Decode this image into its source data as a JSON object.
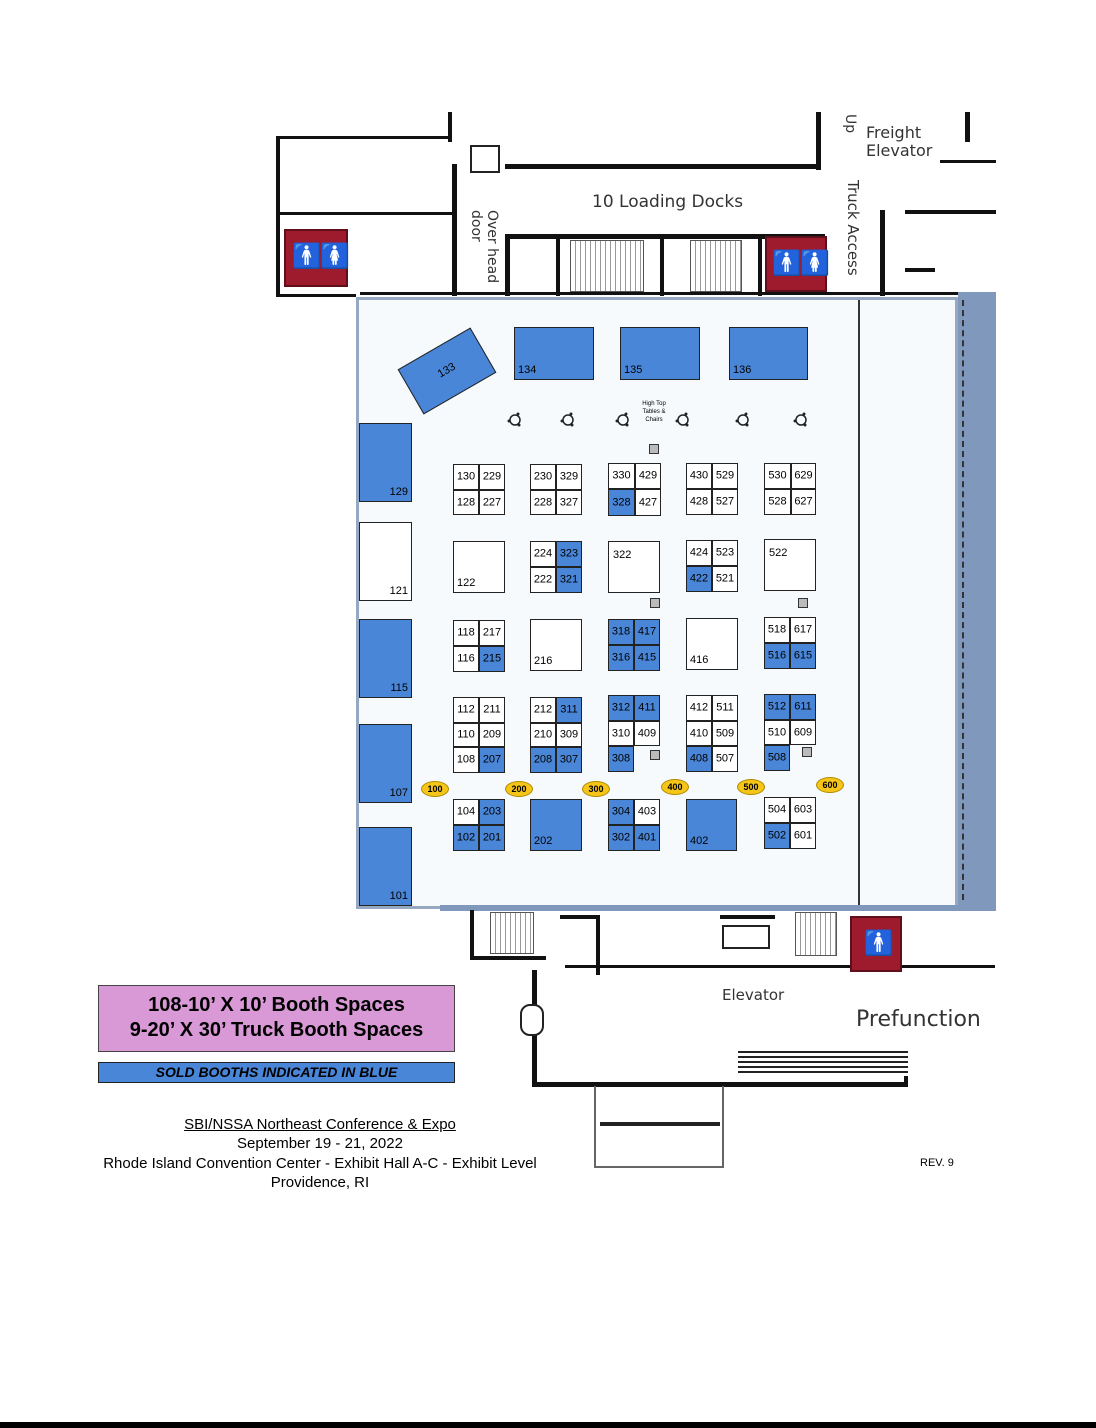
{
  "plan": {
    "loading_docks": "10 Loading Docks",
    "overhead_door": "Over head door",
    "freight_elevator": "Freight Elevator",
    "up": "Up",
    "truck_access": "Truck Access",
    "elevator": "Elevator",
    "prefunction": "Prefunction",
    "high_top": "High Top Tables & Chairs"
  },
  "colors": {
    "sold": "#4a86d8",
    "legend_box": "#d899d6",
    "aisle_marker": "#f5c518",
    "restroom": "#9e1b2e"
  },
  "aisles": [
    "100",
    "200",
    "300",
    "400",
    "500",
    "600"
  ],
  "booths": [
    {
      "n": "133",
      "sold": true
    },
    {
      "n": "134",
      "sold": true
    },
    {
      "n": "135",
      "sold": true
    },
    {
      "n": "136",
      "sold": true
    },
    {
      "n": "129",
      "sold": true
    },
    {
      "n": "121",
      "sold": false
    },
    {
      "n": "115",
      "sold": true
    },
    {
      "n": "107",
      "sold": true
    },
    {
      "n": "101",
      "sold": true
    },
    {
      "n": "130",
      "sold": false
    },
    {
      "n": "229",
      "sold": false
    },
    {
      "n": "128",
      "sold": false
    },
    {
      "n": "227",
      "sold": false
    },
    {
      "n": "230",
      "sold": false
    },
    {
      "n": "329",
      "sold": false
    },
    {
      "n": "228",
      "sold": false
    },
    {
      "n": "327",
      "sold": false
    },
    {
      "n": "330",
      "sold": false
    },
    {
      "n": "429",
      "sold": false
    },
    {
      "n": "328",
      "sold": true
    },
    {
      "n": "427",
      "sold": false
    },
    {
      "n": "430",
      "sold": false
    },
    {
      "n": "529",
      "sold": false
    },
    {
      "n": "428",
      "sold": false
    },
    {
      "n": "527",
      "sold": false
    },
    {
      "n": "530",
      "sold": false
    },
    {
      "n": "629",
      "sold": false
    },
    {
      "n": "528",
      "sold": false
    },
    {
      "n": "627",
      "sold": false
    },
    {
      "n": "122",
      "sold": false
    },
    {
      "n": "224",
      "sold": false
    },
    {
      "n": "323",
      "sold": true
    },
    {
      "n": "222",
      "sold": false
    },
    {
      "n": "321",
      "sold": true
    },
    {
      "n": "322",
      "sold": false
    },
    {
      "n": "424",
      "sold": false
    },
    {
      "n": "523",
      "sold": false
    },
    {
      "n": "422",
      "sold": true
    },
    {
      "n": "521",
      "sold": false
    },
    {
      "n": "522",
      "sold": false
    },
    {
      "n": "118",
      "sold": false
    },
    {
      "n": "217",
      "sold": false
    },
    {
      "n": "116",
      "sold": false
    },
    {
      "n": "215",
      "sold": true
    },
    {
      "n": "216",
      "sold": false
    },
    {
      "n": "318",
      "sold": true
    },
    {
      "n": "417",
      "sold": true
    },
    {
      "n": "316",
      "sold": true
    },
    {
      "n": "415",
      "sold": true
    },
    {
      "n": "416",
      "sold": false
    },
    {
      "n": "518",
      "sold": false
    },
    {
      "n": "617",
      "sold": false
    },
    {
      "n": "516",
      "sold": true
    },
    {
      "n": "615",
      "sold": true
    },
    {
      "n": "112",
      "sold": false
    },
    {
      "n": "211",
      "sold": false
    },
    {
      "n": "110",
      "sold": false
    },
    {
      "n": "209",
      "sold": false
    },
    {
      "n": "108",
      "sold": false
    },
    {
      "n": "207",
      "sold": true
    },
    {
      "n": "212",
      "sold": false
    },
    {
      "n": "311",
      "sold": true
    },
    {
      "n": "210",
      "sold": false
    },
    {
      "n": "309",
      "sold": false
    },
    {
      "n": "208",
      "sold": true
    },
    {
      "n": "307",
      "sold": true
    },
    {
      "n": "312",
      "sold": true
    },
    {
      "n": "411",
      "sold": true
    },
    {
      "n": "310",
      "sold": false
    },
    {
      "n": "409",
      "sold": false
    },
    {
      "n": "308",
      "sold": true
    },
    {
      "n": "412",
      "sold": false
    },
    {
      "n": "511",
      "sold": false
    },
    {
      "n": "410",
      "sold": false
    },
    {
      "n": "509",
      "sold": false
    },
    {
      "n": "408",
      "sold": true
    },
    {
      "n": "507",
      "sold": false
    },
    {
      "n": "512",
      "sold": true
    },
    {
      "n": "611",
      "sold": true
    },
    {
      "n": "510",
      "sold": false
    },
    {
      "n": "609",
      "sold": false
    },
    {
      "n": "508",
      "sold": true
    },
    {
      "n": "104",
      "sold": false
    },
    {
      "n": "203",
      "sold": true
    },
    {
      "n": "102",
      "sold": true
    },
    {
      "n": "201",
      "sold": true
    },
    {
      "n": "202",
      "sold": true
    },
    {
      "n": "304",
      "sold": true
    },
    {
      "n": "403",
      "sold": false
    },
    {
      "n": "302",
      "sold": true
    },
    {
      "n": "401",
      "sold": true
    },
    {
      "n": "402",
      "sold": true
    },
    {
      "n": "504",
      "sold": false
    },
    {
      "n": "603",
      "sold": false
    },
    {
      "n": "502",
      "sold": true
    },
    {
      "n": "601",
      "sold": false
    }
  ],
  "legend": {
    "line1": "108-10’ X 10’ Booth Spaces",
    "line2": "9-20’ X 30’ Truck Booth Spaces",
    "sold": "SOLD BOOTHS INDICATED IN BLUE"
  },
  "footer": {
    "event": "SBI/NSSA Northeast Conference & Expo",
    "dates": "September 19 - 21, 2022",
    "venue": "Rhode Island Convention Center - Exhibit Hall A-C - Exhibit Level",
    "city": "Providence, RI",
    "rev": "REV. 9"
  }
}
